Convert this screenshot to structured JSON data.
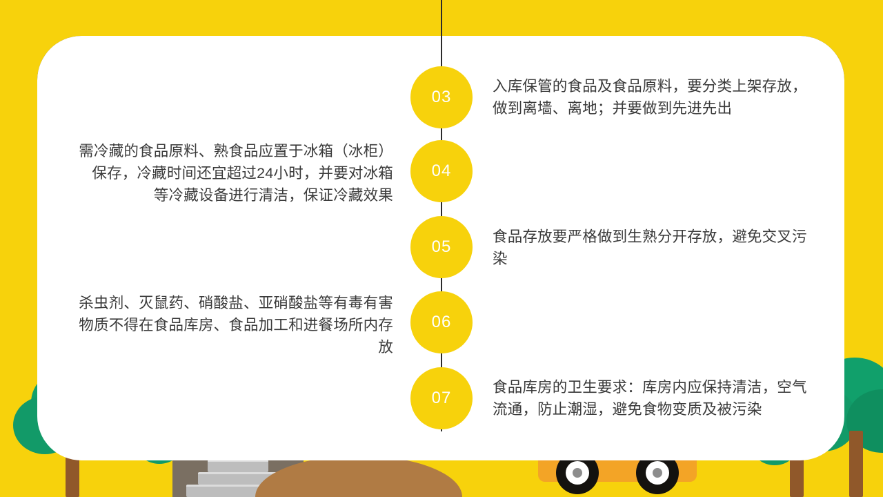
{
  "theme": {
    "background_color": "#F7D20C",
    "card_color": "#FFFFFF",
    "card_outline_color": "#17140F",
    "node_color": "#F7D20C",
    "node_label_color": "#FFFFFF",
    "text_color": "#3A3A3A",
    "spine_color": "#2B2B2B",
    "tree_green": "#11A06B",
    "trunk_brown": "#90582A",
    "hill_brown": "#B07B44",
    "car_orange": "#F3A426",
    "steps_gray": "#BDBDBD",
    "mound_gray": "#7A6F62"
  },
  "timeline": {
    "items": [
      {
        "number": "03",
        "side": "right",
        "text": "入库保管的食品及食品原料，要分类上架存放，做到离墙、离地；并要做到先进先出"
      },
      {
        "number": "04",
        "side": "left",
        "text": "需冷藏的食品原料、熟食品应置于冰箱（冰柜）保存，冷藏时间还宜超过24小时，并要对冰箱等冷藏设备进行清洁，保证冷藏效果"
      },
      {
        "number": "05",
        "side": "right",
        "text": "食品存放要严格做到生熟分开存放，避免交叉污染"
      },
      {
        "number": "06",
        "side": "left",
        "text": "杀虫剂、灭鼠药、硝酸盐、亚硝酸盐等有毒有害物质不得在食品库房、食品加工和进餐场所内存放"
      },
      {
        "number": "07",
        "side": "right",
        "text": "食品库房的卫生要求：库房内应保持清洁，空气流通，防止潮湿，避免食物变质及被污染"
      }
    ]
  },
  "decorations": {
    "items": [
      {
        "name": "tree-left-large"
      },
      {
        "name": "tree-left-small"
      },
      {
        "name": "steps-monument"
      },
      {
        "name": "hill-path"
      },
      {
        "name": "car-bus"
      },
      {
        "name": "tree-right-large"
      },
      {
        "name": "tree-right-small"
      }
    ]
  }
}
